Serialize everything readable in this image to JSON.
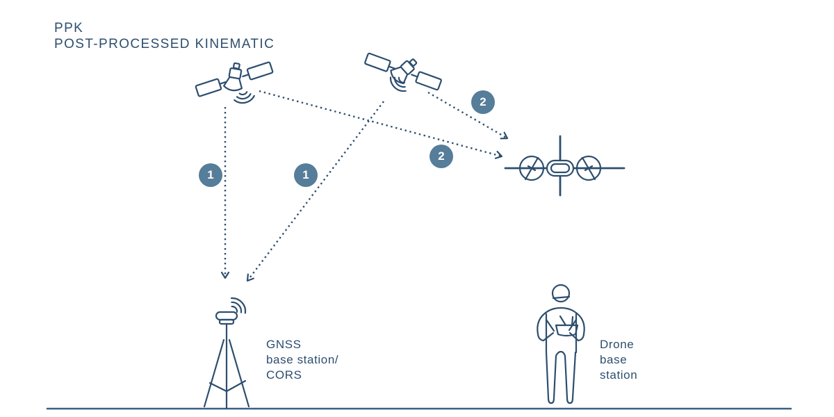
{
  "title": {
    "line1": "PPK",
    "line2": "POST-PROCESSED KINEMATIC"
  },
  "badges": {
    "sat1_to_base": "1",
    "sat2_to_base": "1",
    "sat2_to_drone": "2",
    "sat1_to_drone": "2"
  },
  "labels": {
    "gnss": {
      "line1": "GNSS",
      "line2": "base station/",
      "line3": "CORS"
    },
    "drone": {
      "line1": "Drone",
      "line2": "base",
      "line3": "station"
    }
  },
  "icons": {
    "satellite_left": "satellite-icon",
    "satellite_right": "satellite-icon",
    "drone": "drone-icon",
    "gnss_base_station": "gnss-base-station-icon",
    "operator": "drone-operator-icon",
    "signal_arrows": "dotted-arrow",
    "ground": "ground-line"
  },
  "colors": {
    "line": "#2d4e6e",
    "badge_fill": "#567d99",
    "badge_text": "#ffffff",
    "ground": "#3a5f82",
    "background": "#ffffff"
  }
}
